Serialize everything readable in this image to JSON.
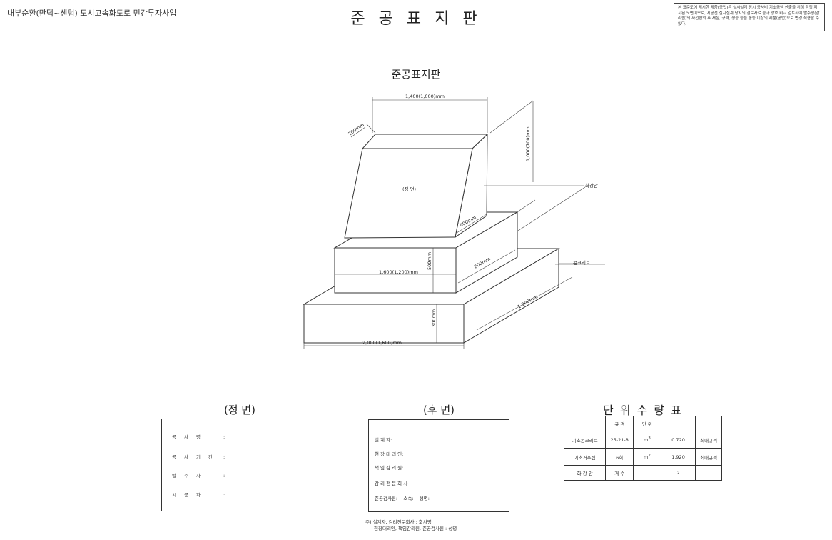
{
  "header": {
    "project": "내부순환(만덕~센텀) 도시고속화도로 민간투자사업",
    "title": "준 공 표 지 판",
    "note": "본 표준도에 제시한 제품(공법)은 실시설계 당시 공사비 기초금액 산출을 위해 잠정 제시된 도면이므로, 시공전 실시설계 당시의 검토자료 등과 상호 비교 검토하여 발주청(감리원)의 사전협의 후 재질, 규격, 성능 등을 동등 이상의 제품(공법)으로 변경 적용할 수 있다."
  },
  "drawing": {
    "title": "준공표지판",
    "dim_top_width": "1,400(1,000)mm",
    "dim_thickness": "200mm",
    "dim_stone_height": "1,000(700)mm",
    "dim_stone_depth": "400mm",
    "face_label": "(정 면)",
    "material_stone": "화강암",
    "material_concrete": "콘크리트",
    "dim_mid_width": "1,600(1,200)mm",
    "dim_mid_height": "500mm",
    "dim_mid_depth": "800mm",
    "dim_base_height": "300mm",
    "dim_base_depth": "1,200mm",
    "dim_base_width": "2,000(1,600)mm"
  },
  "front": {
    "title": "(정 면)",
    "rows": [
      {
        "label": "공사명",
        "colon": ":"
      },
      {
        "label": "공사기간",
        "colon": ":"
      },
      {
        "label": "발주자",
        "colon": ":"
      },
      {
        "label": "시공자",
        "colon": ":"
      }
    ]
  },
  "back": {
    "title": "(후 면)",
    "rows": [
      "설 계 자:",
      "현 장 대 리 인:",
      "책 임 감 리 원:",
      "감 리 전 문 회 사",
      "준공검사원:    소속:    성명:"
    ],
    "footnote_1": "주) 설계자, 감리전문회사 : 회사명",
    "footnote_2": "현장대리인, 책임감리원, 준공검사원 : 성명"
  },
  "quantity": {
    "title": "단 위 수 량 표",
    "headers": [
      "",
      "규 격",
      "단 위",
      "",
      ""
    ],
    "rows": [
      [
        "기초콘크리트",
        "25-21-8",
        "m",
        "3",
        "0.720",
        "최대규격"
      ],
      [
        "기초거푸집",
        "6회",
        "m",
        "2",
        "1.920",
        "최대규격"
      ],
      [
        "화 강 암",
        "개 수",
        "",
        "",
        "2",
        ""
      ]
    ]
  }
}
